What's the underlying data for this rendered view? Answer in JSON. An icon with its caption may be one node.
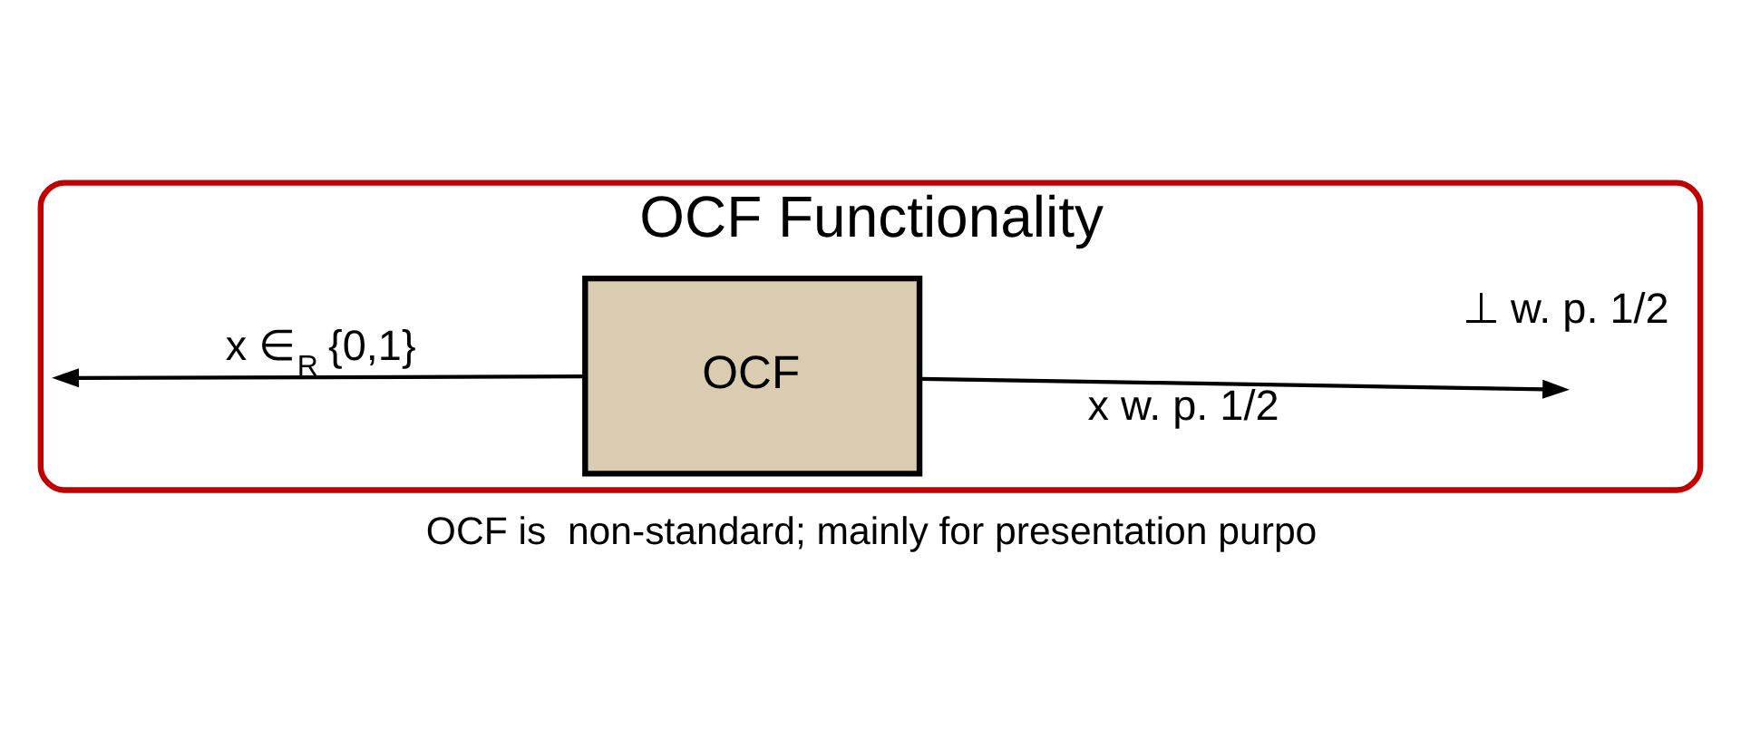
{
  "diagram": {
    "caption": "OCF is  non-standard; mainly for presentation purpo",
    "nodes": [
      {
        "text": [
          "OCF Functionality"
        ]
      },
      {
        "text": [
          "OCF"
        ],
        "in": 0
      }
    ],
    "edges": [
      {
        "from": 1,
        "to": null,
        "arrow": "to",
        "label": "x w. p. 1/2"
      },
      {
        "from": 1,
        "to": null,
        "arrow": "to",
        "label": "x ∈$_{R}$ {0,1}"
      }
    ],
    "labels": [
      "⊥ w. p. 1/2"
    ]
  }
}
